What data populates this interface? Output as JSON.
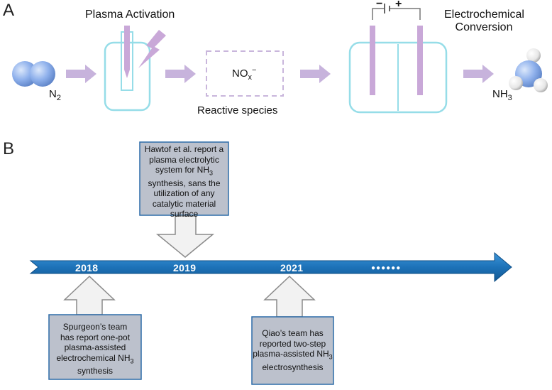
{
  "panel_a": {
    "label": "A",
    "plasma_title": "Plasma Activation",
    "electro_title_line1": "Electrochemical",
    "electro_title_line2": "Conversion",
    "n2": {
      "base": "N",
      "sub": "2"
    },
    "nox": {
      "base": "NO",
      "sub": "x",
      "sup": "−"
    },
    "reactive_species": "Reactive species",
    "nh3": {
      "base": "NH",
      "sub": "3"
    },
    "minus": "−",
    "plus": "+"
  },
  "panel_b": {
    "label": "B",
    "years": [
      "2018",
      "2019",
      "2021"
    ],
    "more": "●●●●●●",
    "box_2019": {
      "l1": "Hawtof et al. report a",
      "l2": "plasma electrolytic",
      "l3a": "system for NH",
      "l3s": "3",
      "l4": "synthesis, sans the",
      "l5": "utilization of any",
      "l6": "catalytic material",
      "l7": "surface"
    },
    "box_2018": {
      "l1": "Spurgeon’s team",
      "l2": "has report one-pot",
      "l3": "plasma-assisted",
      "l4a": "electrochemical NH",
      "l4s": "3",
      "l5": "synthesis"
    },
    "box_2021": {
      "l1": "Qiao’s team has",
      "l2": "reported two-step",
      "l3a": "plasma-assisted NH",
      "l3s": "3",
      "l4": "electrosynthesis"
    }
  },
  "colors": {
    "arrow_lavender": "#c7b3dc",
    "cell_outline": "#96dde8",
    "electrode": "#c9a8d8",
    "timeline_blue": "#1c75bc",
    "box_fill": "#bcc1cc",
    "callout_fill": "#f2f2f2"
  }
}
